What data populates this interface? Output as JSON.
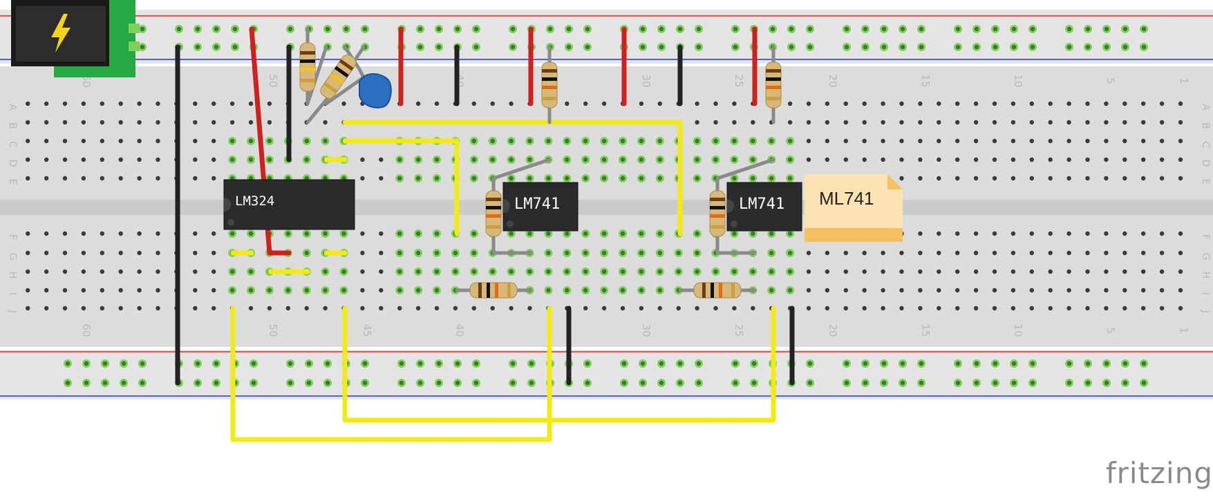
{
  "chips": [
    {
      "label": "LM324"
    },
    {
      "label": "LM741"
    },
    {
      "label": "LM741"
    }
  ],
  "note": {
    "text": "ML741"
  },
  "brand": {
    "text": "fritzing"
  },
  "rows_top": [
    "A",
    "B",
    "C",
    "D",
    "E"
  ],
  "rows_bottom": [
    "F",
    "G",
    "H",
    "I",
    "J"
  ],
  "column_numbers": [
    "60",
    "50",
    "45",
    "40",
    "30",
    "25",
    "20",
    "15",
    "10",
    "5",
    "1"
  ],
  "colors": {
    "wire_red": "#d01f1f",
    "wire_black": "#222222",
    "wire_yellow": "#f2ea14",
    "rail_red": "#e02020",
    "rail_blue": "#1f35d0",
    "board": "#dcdcdc",
    "hole_active": "#7fd05a",
    "capacitor": "#2a6fc0",
    "power_jack": "#27a843"
  }
}
